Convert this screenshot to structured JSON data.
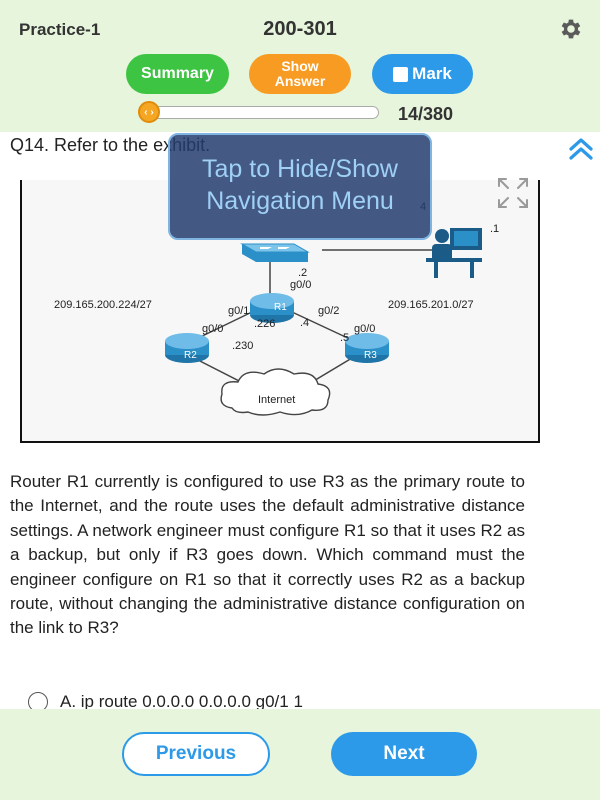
{
  "header": {
    "practice_label": "Practice-1",
    "exam_code": "200-301",
    "summary_label": "Summary",
    "show_answer_line1": "Show",
    "show_answer_line2": "Answer",
    "mark_label": "Mark",
    "progress_knob": "‹ ›",
    "progress_count": "14/380",
    "progress_fraction": 0.037
  },
  "question": {
    "title": "Q14. Refer to the exhibit.",
    "body": "Router R1 currently is configured to use R3 as the primary route to the Internet, and the route uses the default administrative distance settings. A network engineer must configure R1 so that it uses R2 as a backup, but only if R3 goes down. Which command must the engineer configure on R1 so that it correctly uses R2 as a backup route, without changing the administrative distance configuration on the link to R3?",
    "option_a": "A. ip route 0.0.0.0 0.0.0.0 g0/1 1"
  },
  "exhibit": {
    "subnet_left": "209.165.200.224/27",
    "subnet_right": "209.165.201.0/27",
    "subnet_top_partial": "4",
    "host_addr": ".1",
    "r1_up_addr": ".2",
    "r1_up_iface": "g0/0",
    "r1_left_iface": "g0/1",
    "r1_left_addr": ".226",
    "r1_label": "R1",
    "r1_right_iface": "g0/2",
    "r1_right_addr": ".4",
    "r2_iface": "g0/0",
    "r2_addr": ".230",
    "r2_label": "R2",
    "r3_addr": ".5",
    "r3_iface": "g0/0",
    "r3_label": "R3",
    "cloud_label": "Internet"
  },
  "overlay": {
    "line1": "Tap to Hide/Show",
    "line2": "Navigation Menu"
  },
  "footer": {
    "previous_label": "Previous",
    "next_label": "Next"
  },
  "colors": {
    "header_bg": "#e6f5dc",
    "summary": "#3dc443",
    "show_answer": "#f79b22",
    "mark": "#2c9ae8",
    "next": "#2c9ae8",
    "router": "#2b8fc8"
  },
  "icons": {
    "settings": "gear-icon",
    "collapse": "double-chevron-up-icon",
    "expand": "expand-arrows-icon"
  }
}
